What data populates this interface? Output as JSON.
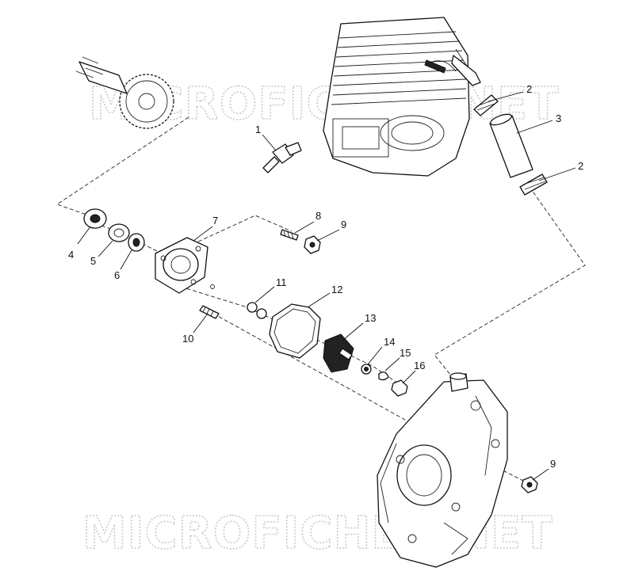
{
  "watermark": {
    "text": "MICROFICHES.NET"
  },
  "callouts": [
    {
      "id": "c1a",
      "label": "1"
    },
    {
      "id": "c2a",
      "label": "2"
    },
    {
      "id": "c3",
      "label": "3"
    },
    {
      "id": "c2b",
      "label": "2"
    },
    {
      "id": "c4",
      "label": "4"
    },
    {
      "id": "c5",
      "label": "5"
    },
    {
      "id": "c6",
      "label": "6"
    },
    {
      "id": "c7",
      "label": "7"
    },
    {
      "id": "c8",
      "label": "8"
    },
    {
      "id": "c9a",
      "label": "9"
    },
    {
      "id": "c10",
      "label": "10"
    },
    {
      "id": "c11",
      "label": "11"
    },
    {
      "id": "c12",
      "label": "12"
    },
    {
      "id": "c13",
      "label": "13"
    },
    {
      "id": "c14",
      "label": "14"
    },
    {
      "id": "c15",
      "label": "15"
    },
    {
      "id": "c16",
      "label": "16"
    },
    {
      "id": "c9b",
      "label": "9"
    }
  ]
}
